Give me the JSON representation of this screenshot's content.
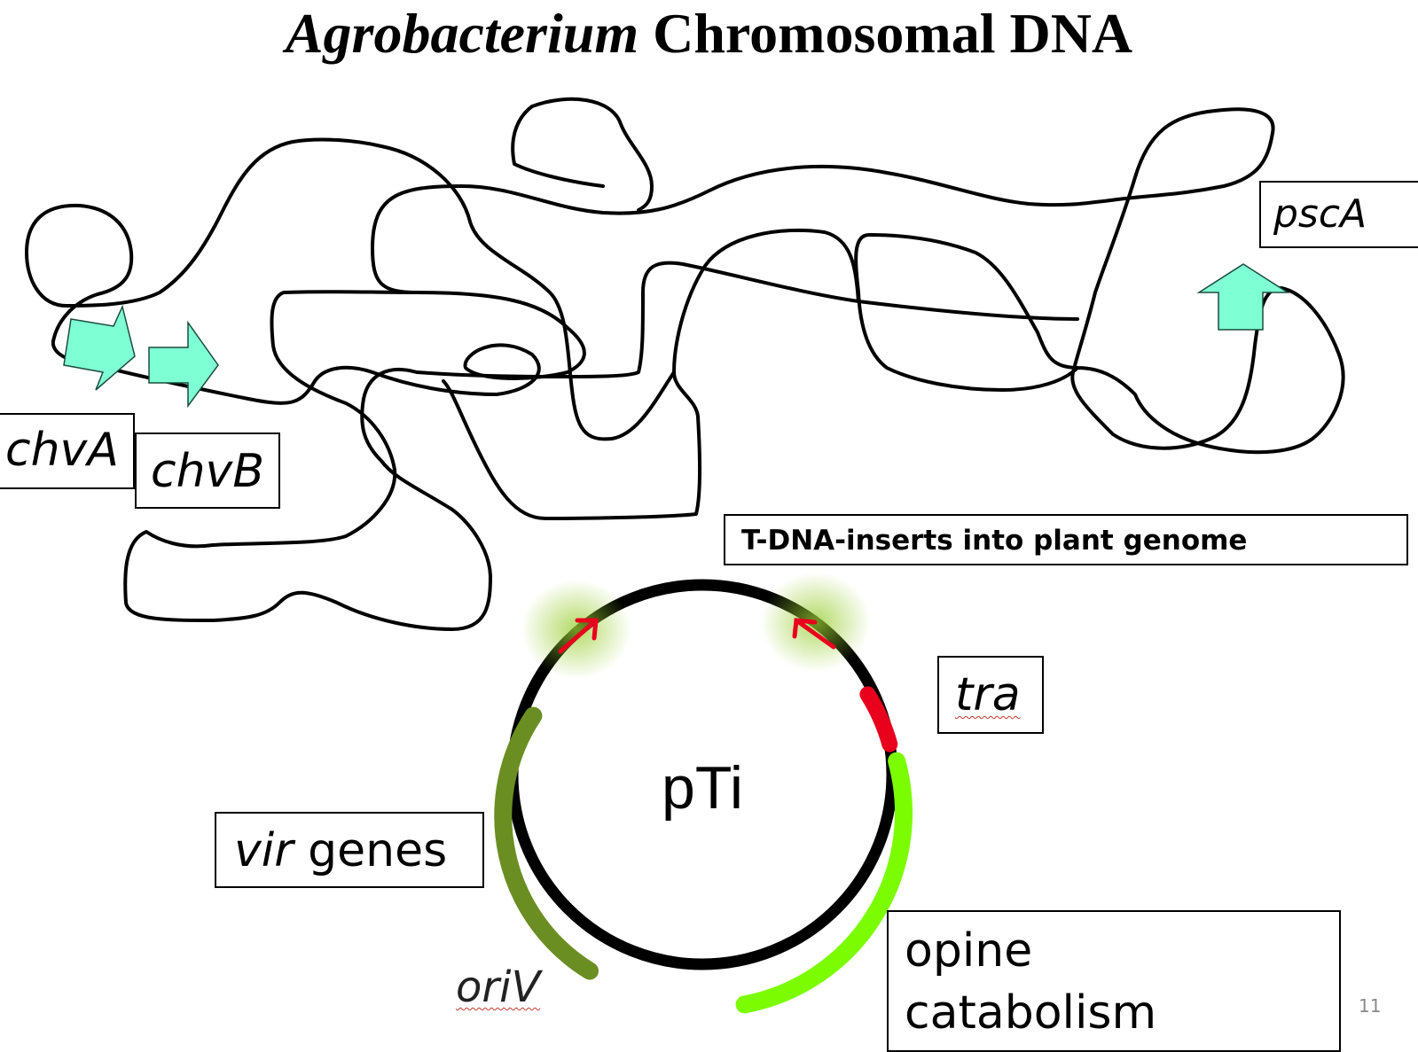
{
  "title": {
    "italic": "Agrobacterium",
    "rest": "Chromosomal DNA"
  },
  "labels": {
    "chvA": "chvA",
    "chvB": "chvB",
    "pscA": "pscA",
    "tdna": "T-DNA-inserts into plant genome",
    "tra": "tra",
    "pTi": "pTi",
    "vir_italic": "vir",
    "vir_rest": " genes",
    "oriV": "oriV",
    "opine_line1": "opine",
    "opine_line2": "catabolism"
  },
  "page_number": "11",
  "colors": {
    "gene_arrow": "#7fffd4",
    "vir_region": "#6b8e23",
    "opine_region": "#7cfc00",
    "tra_region": "#e8001c",
    "border_arrow": "#e8001c",
    "border_glow": "#9acd32"
  }
}
